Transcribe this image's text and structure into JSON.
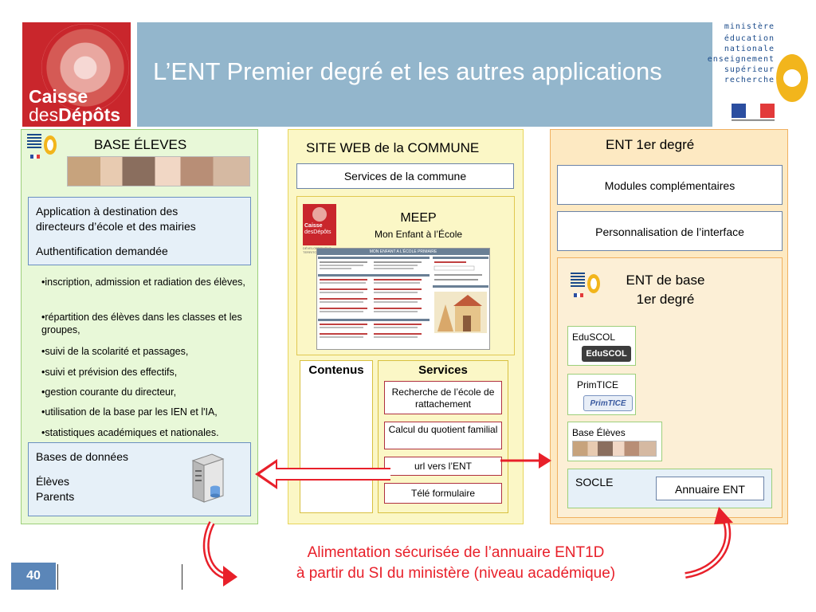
{
  "header": {
    "title": "L’ENT Premier degré et les autres applications",
    "cdc_logo_line1": "Caisse",
    "cdc_logo_line2a": "des",
    "cdc_logo_line2b": "Dépôts",
    "ministry_words": [
      "ministère",
      "éducation",
      "nationale",
      "enseignement",
      "supérieur",
      "recherche"
    ]
  },
  "left": {
    "title": "BASE ÉLEVES",
    "app_line1": "Application à destination des",
    "app_line2": "directeurs d’école et des mairies",
    "auth": "Authentification demandée",
    "bullets": [
      "•inscription, admission et radiation des élèves,",
      "•répartition des élèves dans les classes et les groupes,",
      "•suivi de la scolarité et passages,",
      "•suivi et prévision des effectifs,",
      "•gestion courante du directeur,",
      "•utilisation de la base par les IEN et l'IA,",
      "•statistiques académiques et nationales."
    ],
    "db_title": "Bases de données",
    "db_item1": "Élèves",
    "db_item2": "Parents"
  },
  "middle": {
    "title": "SITE WEB de la COMMUNE",
    "services_commune": "Services de la commune",
    "meep_title": "MEEP",
    "meep_sub": "Mon Enfant à l’École",
    "meep_logo_line1": "Caisse",
    "meep_logo_line2": "desDépôts",
    "meep_logo_line3": "DÉVELOPPEMENT TERRITORIAL",
    "shot_header": "MON ENFANT A L'ÉCOLE PRIMAIRE",
    "contenus": "Contenus",
    "services": "Services",
    "svc1": "Recherche de l’école de rattachement",
    "svc2": "Calcul du quotient familial",
    "svc3": "url vers l’ENT",
    "svc4": "Télé formulaire"
  },
  "right": {
    "title": "ENT 1er degré",
    "modules": "Modules complémentaires",
    "perso": "Personnalisation de l’interface",
    "ent_base_line1": "ENT de base",
    "ent_base_line2": "1er degré",
    "eduscol": "EduSCOL",
    "eduscol_logo": "EduSCOL",
    "primtice": "PrimTICE",
    "primtice_logo": "PrimTICE",
    "base_eleves": "Base Élèves",
    "socle": "SOCLE",
    "annuaire": "Annuaire ENT"
  },
  "footer": {
    "line1": "Alimentation sécurisée de l’annuaire ENT1D",
    "line2": "à partir du SI du ministère (niveau académique)",
    "page_number": "40"
  },
  "colors": {
    "accent_red": "#e8202a",
    "header_band": "#93b6cc",
    "cdc_red": "#c9262c",
    "page_badge": "#5b86b8"
  }
}
